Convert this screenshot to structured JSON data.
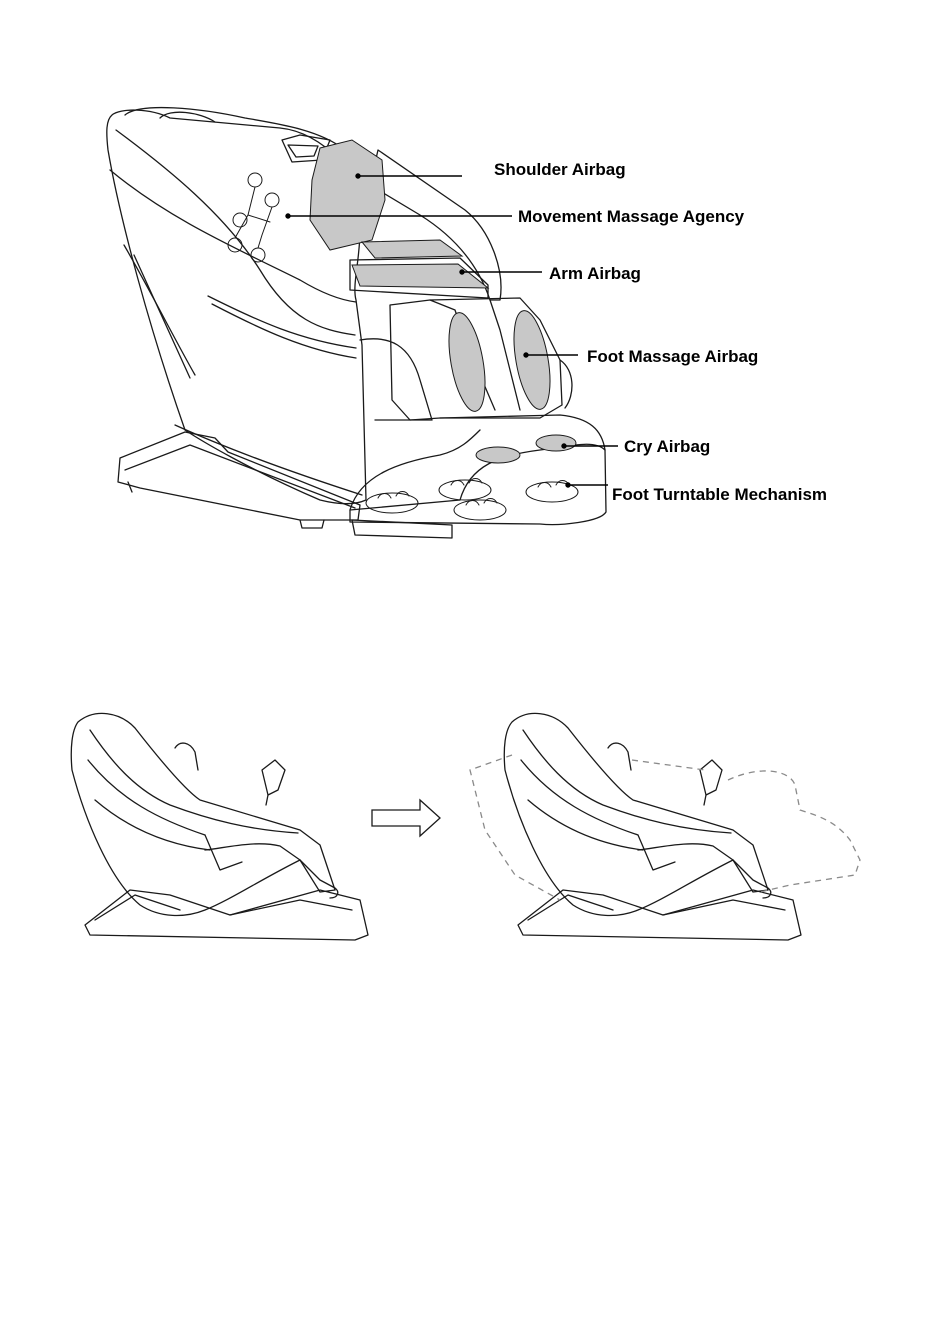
{
  "callouts": {
    "shoulder_airbag": "Shoulder Airbag",
    "movement_massage_agency": "Movement Massage Agency",
    "arm_airbag": "Arm Airbag",
    "foot_massage_airbag": "Foot Massage Airbag",
    "cry_airbag": "Cry Airbag",
    "foot_turntable_mechanism": "Foot Turntable Mechanism"
  },
  "colors": {
    "line": "#1a1a1a",
    "airbag_fill": "#c8c8c8",
    "dashed": "#8a8a8a",
    "background": "#ffffff"
  }
}
